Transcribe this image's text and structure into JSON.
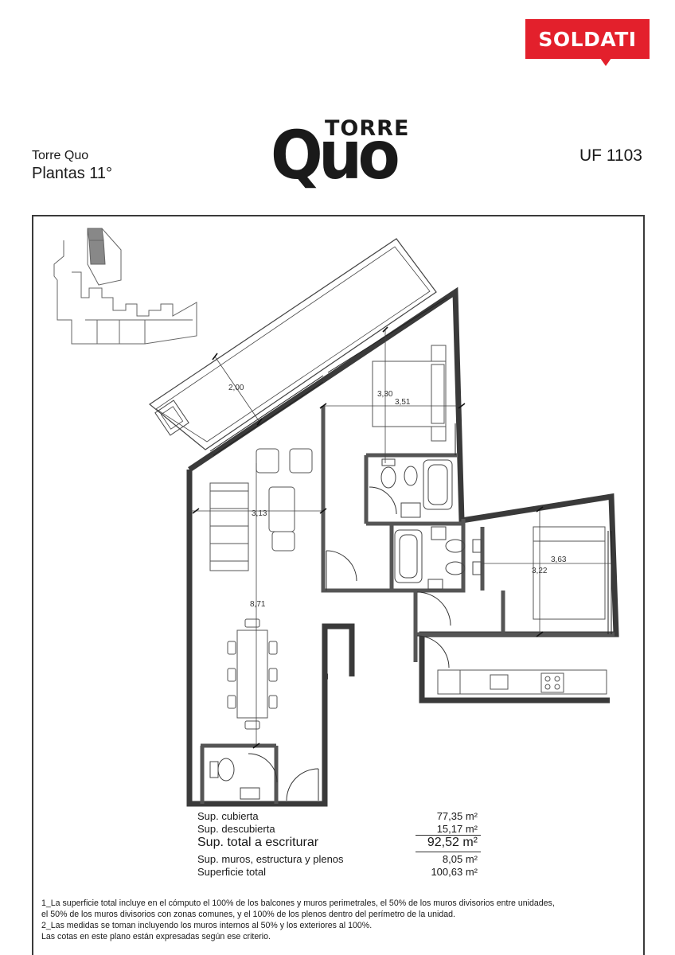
{
  "brand": {
    "name": "SOLDATI",
    "color": "#e3202c"
  },
  "header": {
    "tower_name": "Torre Quo",
    "floor": "Plantas 11°",
    "unit": "UF 1103",
    "logo_top": "TORRE",
    "logo_main": "Quo"
  },
  "plan": {
    "dimensions": {
      "terrace": "2,00",
      "bedroom1_a": "3,30",
      "bedroom1_b": "3,51",
      "living_width": "3,13",
      "living_length": "8,71",
      "bedroom2_a": "3,63",
      "bedroom2_b": "3,22"
    }
  },
  "areas": [
    {
      "label": "Sup. cubierta",
      "value": "77,35 m²"
    },
    {
      "label": "Sup. descubierta",
      "value": "15,17 m²"
    },
    {
      "label": "Sup. total a escriturar",
      "value": "92,52 m²"
    },
    {
      "label": "Sup. muros, estructura y plenos",
      "value": "8,05 m²"
    },
    {
      "label": "Superficie total",
      "value": "100,63 m²"
    }
  ],
  "notes": [
    "1_La superficie total incluye en el cómputo el 100% de los balcones y muros perimetrales, el 50% de los muros divisorios entre unidades,",
    "el 50% de los muros divisorios con zonas comunes, y el 100% de los plenos dentro del perímetro de la unidad.",
    "2_Las medidas se toman incluyendo los muros internos al 50% y los exteriores al 100%.",
    "Las cotas en este plano están expresadas según ese criterio."
  ]
}
